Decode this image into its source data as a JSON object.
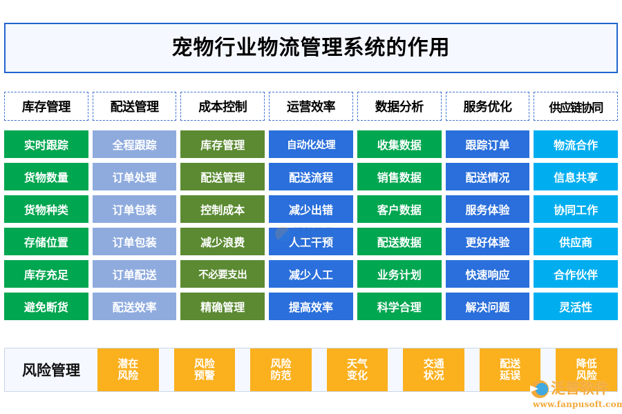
{
  "title": "宠物行业物流管理系统的作用",
  "colors": {
    "title_border": "#1F63D0",
    "title_bg": "#F5F8FE",
    "header_border": "#3C6FD0",
    "col1": "#00A650",
    "col2": "#8FABDE",
    "col3": "#5B8A32",
    "col4": "#2A6FDB",
    "col5": "#00A650",
    "col6": "#2A6FDB",
    "col7": "#00AEEF",
    "risk_cell": "#FBB01E",
    "risk_box_bg": "#F5F8FE",
    "risk_box_border": "#C9D6EA"
  },
  "columns": [
    {
      "header": "库存管理",
      "color": "#00A650",
      "items": [
        "实时跟踪",
        "货物数量",
        "货物种类",
        "存储位置",
        "库存充足",
        "避免断货"
      ]
    },
    {
      "header": "配送管理",
      "color": "#8FABDE",
      "items": [
        "全程跟踪",
        "订单处理",
        "订单包装",
        "订单包装",
        "订单配送",
        "配送效率"
      ]
    },
    {
      "header": "成本控制",
      "color": "#5B8A32",
      "items": [
        "库存管理",
        "配送管理",
        "控制成本",
        "减少浪费",
        "不必要支出",
        "精确管理"
      ]
    },
    {
      "header": "运营效率",
      "color": "#2A6FDB",
      "items": [
        "自动化处理",
        "配送流程",
        "减少出错",
        "人工干预",
        "减少人工",
        "提高效率"
      ]
    },
    {
      "header": "数据分析",
      "color": "#00A650",
      "items": [
        "收集数据",
        "销售数据",
        "客户数据",
        "配送数据",
        "业务计划",
        "科学合理"
      ]
    },
    {
      "header": "服务优化",
      "color": "#2A6FDB",
      "items": [
        "跟踪订单",
        "配送情况",
        "服务体验",
        "更好体验",
        "快速响应",
        "解决问题"
      ]
    },
    {
      "header": "供应链协同",
      "color": "#00AEEF",
      "items": [
        "物流合作",
        "信息共享",
        "协同工作",
        "供应商",
        "合作伙伴",
        "灵活性"
      ]
    }
  ],
  "risk": {
    "label": "风险管理",
    "items": [
      {
        "line1": "潜在",
        "line2": "风险"
      },
      {
        "line1": "风险",
        "line2": "预警"
      },
      {
        "line1": "风险",
        "line2": "防范"
      },
      {
        "line1": "天气",
        "line2": "变化"
      },
      {
        "line1": "交通",
        "line2": "状况"
      },
      {
        "line1": "配送",
        "line2": "延误"
      },
      {
        "line1": "降低",
        "line2": "风险"
      }
    ]
  },
  "watermark": {
    "brand": "泛普软件",
    "url": "www.fanpusoft.com",
    "sub": "FANPU SOFTWARE"
  }
}
